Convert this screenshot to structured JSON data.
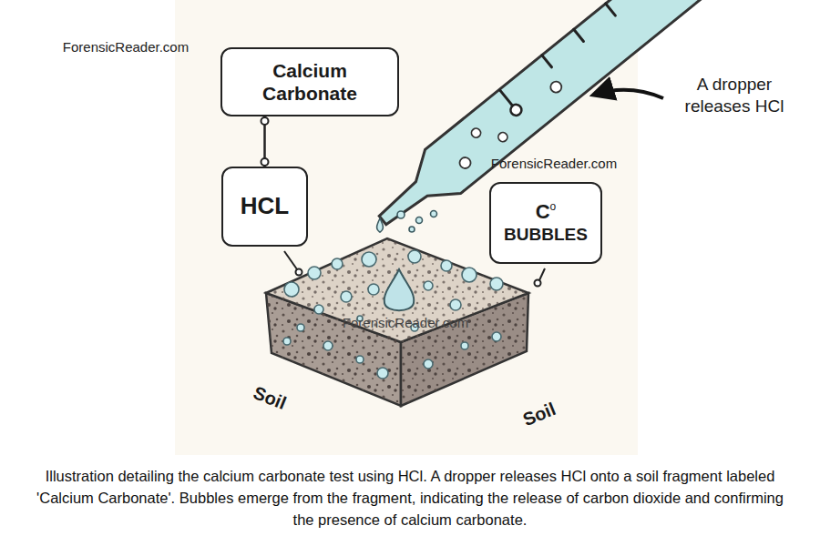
{
  "diagram": {
    "caption": "Illustration detailing the calcium carbonate test using HCl. A dropper releases HCl onto a soil fragment labeled 'Calcium Carbonate'. Bubbles emerge from the fragment, indicating the release of carbon dioxide and confirming the presence of calcium carbonate.",
    "nodes": [
      {
        "text": [
          "Calcium Carbonate"
        ]
      },
      {
        "text": [
          "HCL"
        ]
      },
      {
        "text": [
          "C",
          "o",
          "BUBBLES"
        ]
      }
    ],
    "edges": [
      {
        "from": 0,
        "to": 1,
        "arrow": "none"
      }
    ],
    "labels": [
      "ForensicReader.com",
      "A dropper releases HCl",
      "ForensicReader.com",
      "ForensicReader.com",
      "Soil",
      "Soil"
    ]
  }
}
